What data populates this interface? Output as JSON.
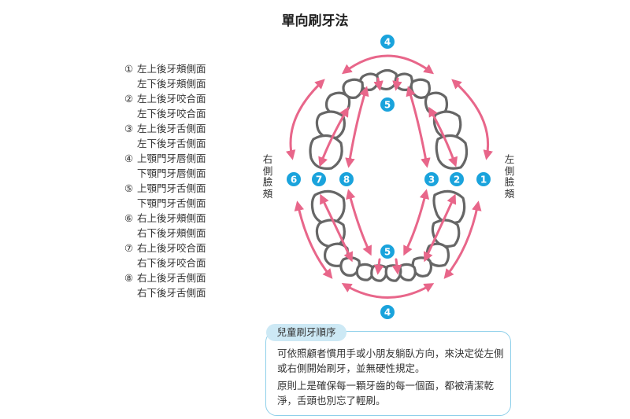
{
  "title": "單向刷牙法",
  "legend": [
    {
      "mark": "①",
      "text": "左上後牙頰側面"
    },
    {
      "mark": "",
      "text": "左下後牙頰側面"
    },
    {
      "mark": "②",
      "text": "左上後牙咬合面"
    },
    {
      "mark": "",
      "text": "左下後牙咬合面"
    },
    {
      "mark": "③",
      "text": "左上後牙舌側面"
    },
    {
      "mark": "",
      "text": "左下後牙舌側面"
    },
    {
      "mark": "④",
      "text": "上顎門牙唇側面"
    },
    {
      "mark": "",
      "text": "下顎門牙唇側面"
    },
    {
      "mark": "⑤",
      "text": "上顎門牙舌側面"
    },
    {
      "mark": "",
      "text": "下顎門牙舌側面"
    },
    {
      "mark": "⑥",
      "text": "右上後牙頰側面"
    },
    {
      "mark": "",
      "text": "右下後牙頰側面"
    },
    {
      "mark": "⑦",
      "text": "右上後牙咬合面"
    },
    {
      "mark": "",
      "text": "右下後牙咬合面"
    },
    {
      "mark": "⑧",
      "text": "右上後牙舌側面"
    },
    {
      "mark": "",
      "text": "右下後牙舌側面"
    }
  ],
  "side_labels": {
    "right_cheek": [
      "右",
      "側",
      "臉",
      "頰"
    ],
    "left_cheek": [
      "左",
      "側",
      "臉",
      "頰"
    ]
  },
  "badges": {
    "b1": "1",
    "b2": "2",
    "b3": "3",
    "b4_top": "4",
    "b4_bottom": "4",
    "b5_top": "5",
    "b5_bottom": "5",
    "b6": "6",
    "b7": "7",
    "b8": "8"
  },
  "note": {
    "heading": "兒童刷牙順序",
    "paragraph1": "可依照顧者慣用手或小朋友躺臥方向，來決定從左側或右側開始刷牙，並無硬性規定。",
    "paragraph2": "原則上是確保每一顆牙齒的每一個面，都被清潔乾淨，舌頭也別忘了輕刷。"
  },
  "colors": {
    "arrow": "#e8668a",
    "badge": "#1aa3dc",
    "tooth_outline": "#666666",
    "note_border": "#8fd0ea",
    "note_tab": "#cde9f5"
  }
}
